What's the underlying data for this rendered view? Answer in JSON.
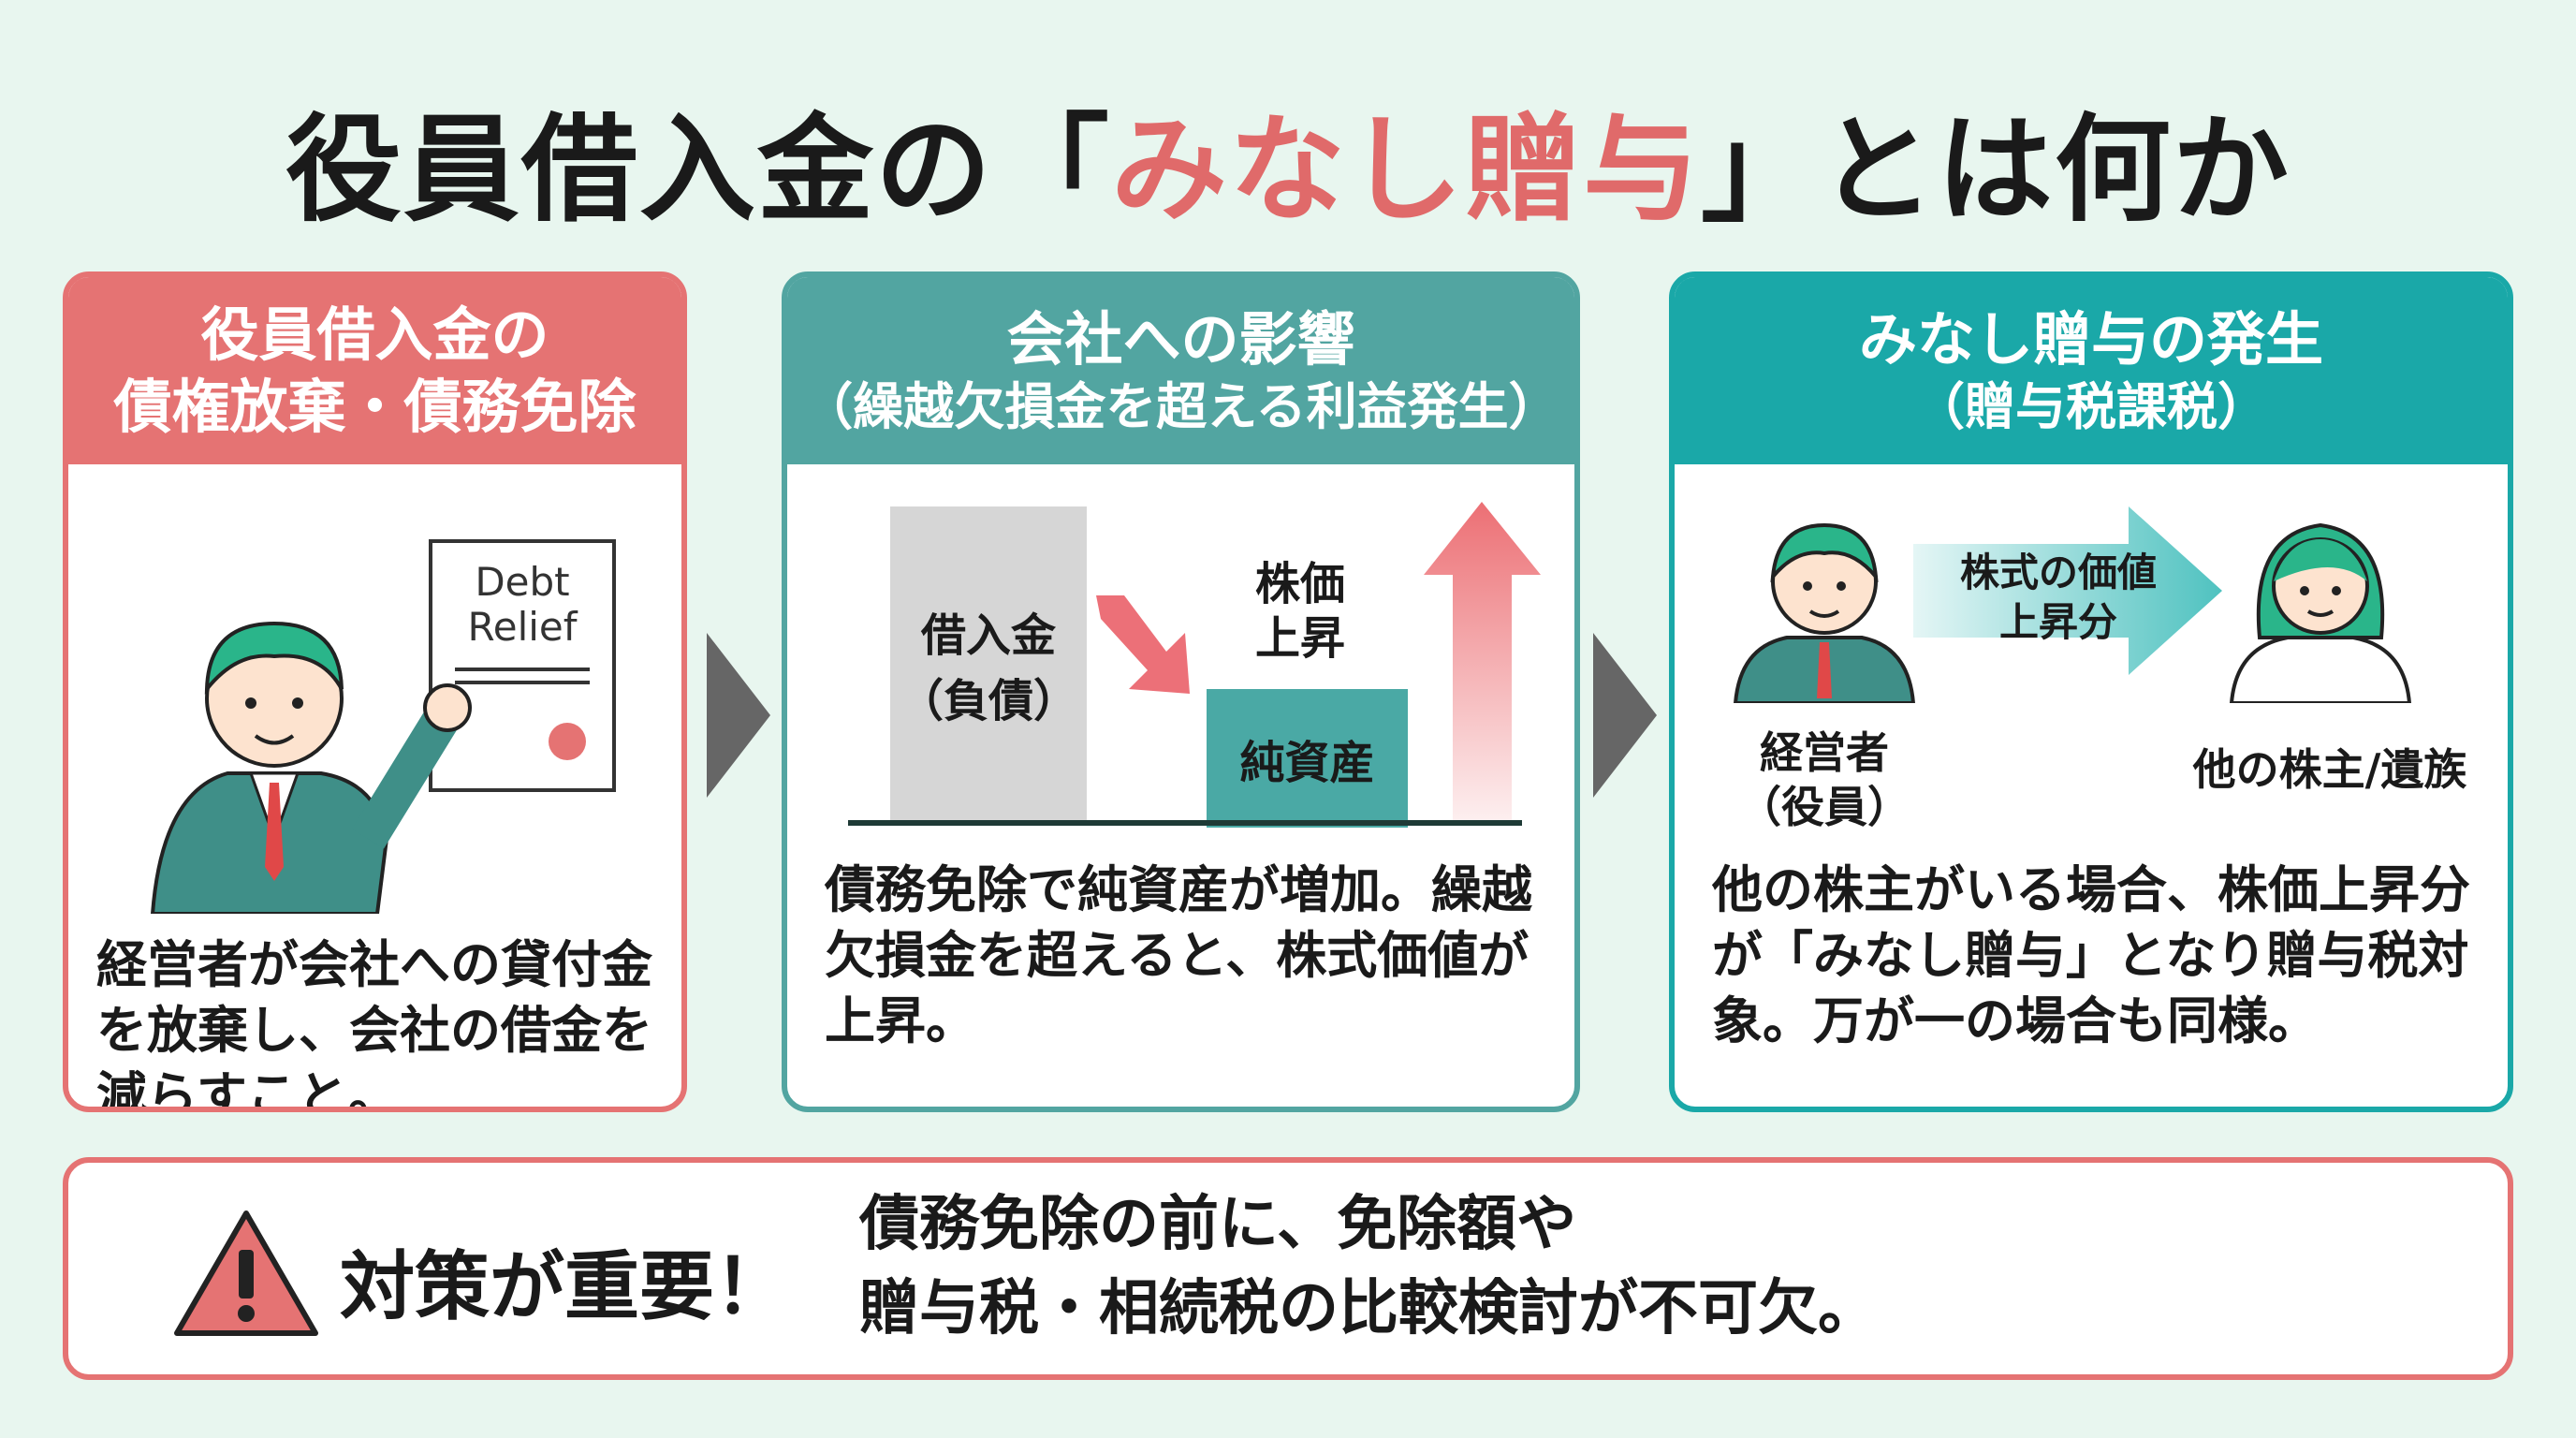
{
  "title": {
    "pre": "役員借入金の「",
    "highlight": "みなし贈与",
    "post": "」とは何か"
  },
  "panels": [
    {
      "title_line1": "役員借入金の",
      "title_line2": "債権放棄・債務免除",
      "doc_label_1": "Debt",
      "doc_label_2": "Relief",
      "description": "経営者が会社への貸付金を放棄し、会社の借金を減らすこと。"
    },
    {
      "title_line1": "会社への影響",
      "title_line2": "（繰越欠損金を超える利益発生）",
      "bar_liability_1": "借入金",
      "bar_liability_2": "（負債）",
      "bar_equity": "純資産",
      "rise_1": "株価",
      "rise_2": "上昇",
      "description": "債務免除で純資産が増加。繰越欠損金を超えると、株式価値が上昇。"
    },
    {
      "title_line1": "みなし贈与の発生",
      "title_line2": "（贈与税課税）",
      "arrow_1": "株式の価値",
      "arrow_2": "上昇分",
      "giver_1": "経営者",
      "giver_2": "（役員）",
      "receiver": "他の株主/遺族",
      "description": "他の株主がいる場合、株価上昇分が「みなし贈与」となり贈与税対象。万が一の場合も同様。"
    }
  ],
  "bottom": {
    "icon": "warning-icon",
    "label": "対策が重要！",
    "line1": "債務免除の前に、免除額や",
    "line2": "贈与税・相続税の比較検討が不可欠。"
  },
  "colors": {
    "red": "#e57373",
    "teal": "#52a5a1",
    "teal2": "#1aa8a8",
    "bg": "#e8f6ef"
  }
}
